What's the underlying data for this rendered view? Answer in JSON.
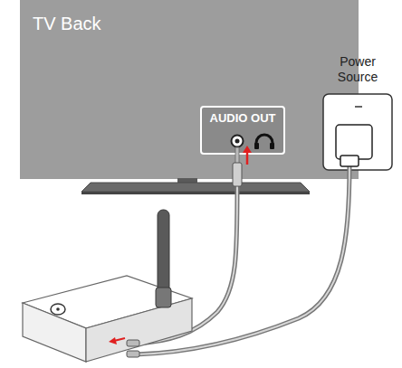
{
  "diagram": {
    "nodes": [
      {
        "text": [
          "TV Back"
        ]
      },
      {
        "text": [
          "AUDIO OUT"
        ],
        "in": 0
      },
      {
        "text": [
          "Power Source"
        ]
      }
    ]
  }
}
